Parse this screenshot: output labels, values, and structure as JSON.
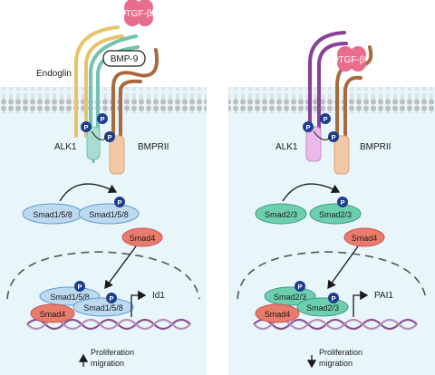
{
  "left_panel": {
    "ligand_top": "TGF-β",
    "ligand_bmp": "BMP-9",
    "coreceptor": "Endoglin",
    "receptor_left": "ALK1",
    "receptor_right": "BMPRII",
    "smad_a": "Smad1/5/8",
    "smad_b": "Smad1/5/8",
    "smad4": "Smad4",
    "nuc_smad_top": "Smad1/5/8",
    "nuc_smad4": "Smad4",
    "nuc_smad_bottom": "Smad1/5/8",
    "target_gene": "Id1",
    "outcome_line1": "Proliferation",
    "outcome_line2": "migration",
    "outcome_direction": "up"
  },
  "right_panel": {
    "ligand": "TGF-β",
    "receptor_left": "ALK1",
    "receptor_right": "BMPRII",
    "smad_a": "Smad2/3",
    "smad_b": "Smad2/3",
    "smad4": "Smad4",
    "nuc_smad_top": "Smad2/3",
    "nuc_smad4": "Smad4",
    "nuc_smad_bottom": "Smad2/3",
    "target_gene": "PAI1",
    "outcome_line1": "Proliferation",
    "outcome_line2": "migration",
    "outcome_direction": "down"
  },
  "phospho_label": "P",
  "colors": {
    "cytoplasm": "#e8f6fc",
    "membrane_head": "#b9b9b9",
    "tgfb": "#e86d8d",
    "endoglin": "#e7c46a",
    "alk1": "#74c2b2",
    "bmprii": "#a86a3d",
    "purple": "#8a3f9a",
    "smad158": "#bcd9f0",
    "smad23": "#6ecfb0",
    "smad4": "#e97b6c",
    "phospho": "#1f3d8e",
    "dna": "#8a4e8e"
  }
}
